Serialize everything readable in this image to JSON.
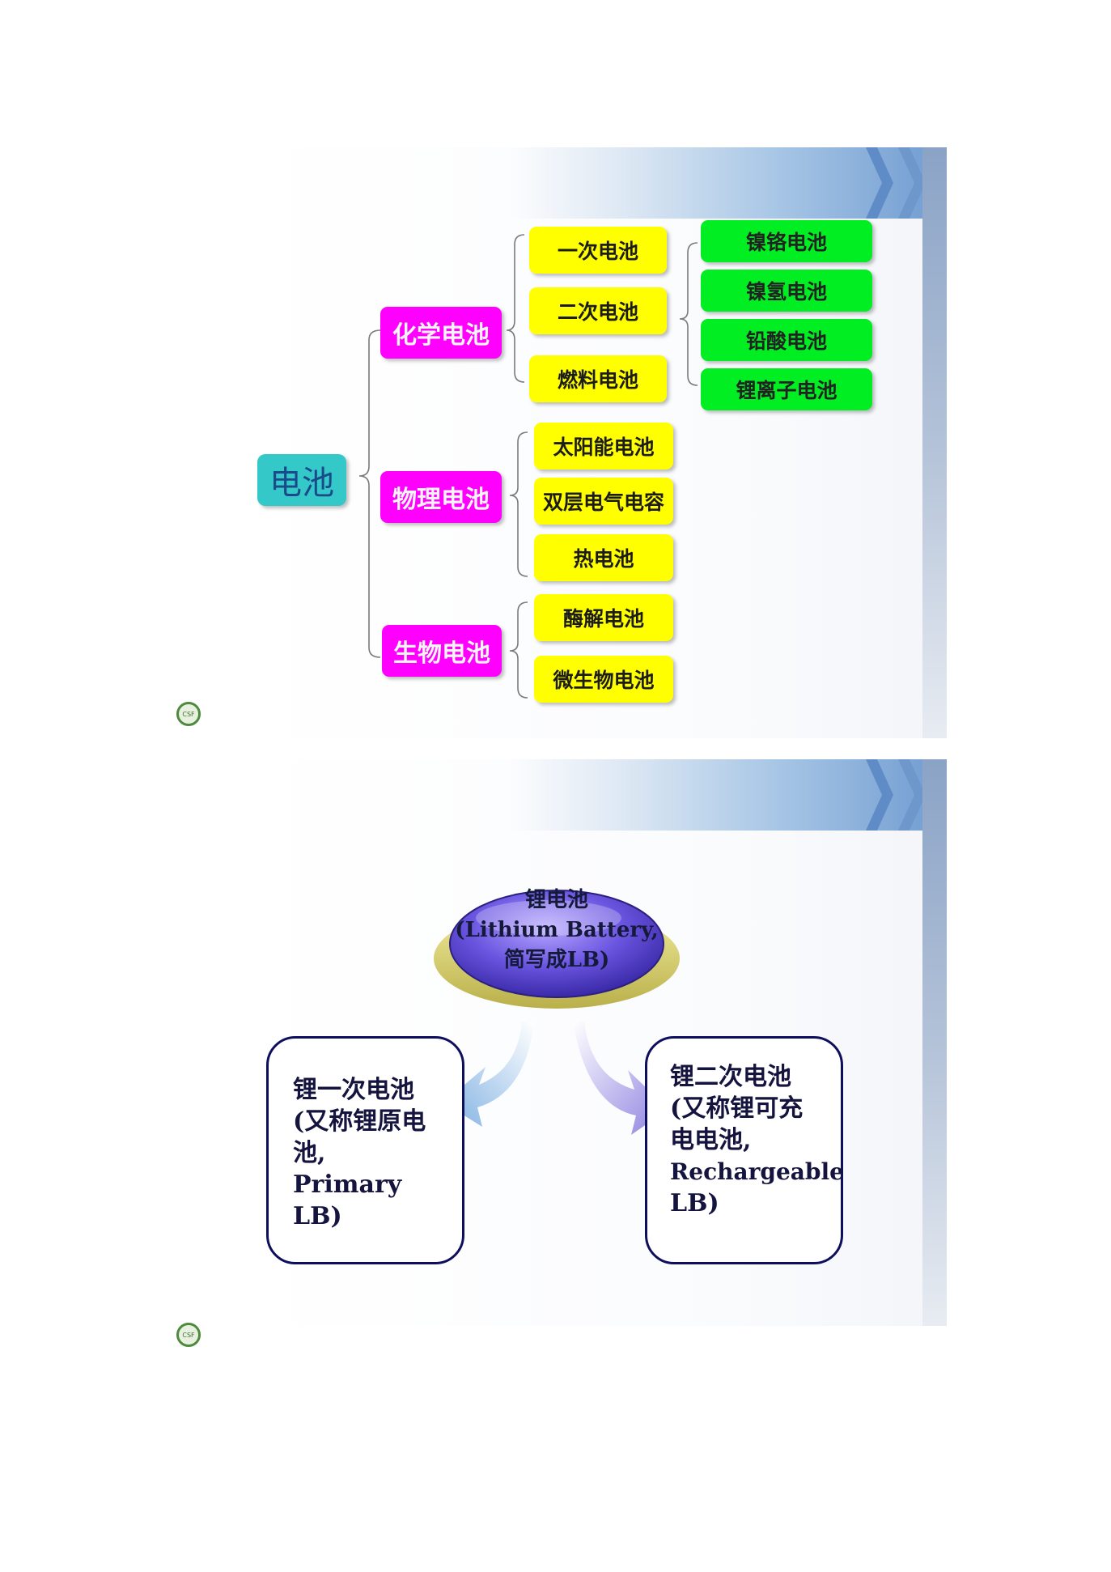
{
  "slide1": {
    "root": "电池",
    "categories": [
      {
        "label": "化学电池",
        "children": [
          "一次电池",
          "二次电池",
          "燃料电池"
        ],
        "secondary_children": [
          "镍铬电池",
          "镍氢电池",
          "铅酸电池",
          "锂离子电池"
        ]
      },
      {
        "label": "物理电池",
        "children": [
          "太阳能电池",
          "双层电气电容",
          "热电池"
        ]
      },
      {
        "label": "生物电池",
        "children": [
          "酶解电池",
          "微生物电池"
        ]
      }
    ]
  },
  "slide2": {
    "center_lines": [
      "锂电池",
      "(Lithium Battery,",
      "简写成LB)"
    ],
    "left_card_lines": [
      "锂一次电池",
      "(又称锂原电",
      "池, Primary",
      "LB)"
    ],
    "right_card_lines": [
      "锂二次电池",
      "(又称锂可充",
      "电电池,",
      "Rechargeable",
      "LB)"
    ]
  },
  "logo_text": "CSF",
  "colors": {
    "root": "#34c8c8",
    "category": "#ff00ff",
    "leaf": "#ffff00",
    "secondary": "#00ee22",
    "card_border": "#0e0e5c"
  }
}
